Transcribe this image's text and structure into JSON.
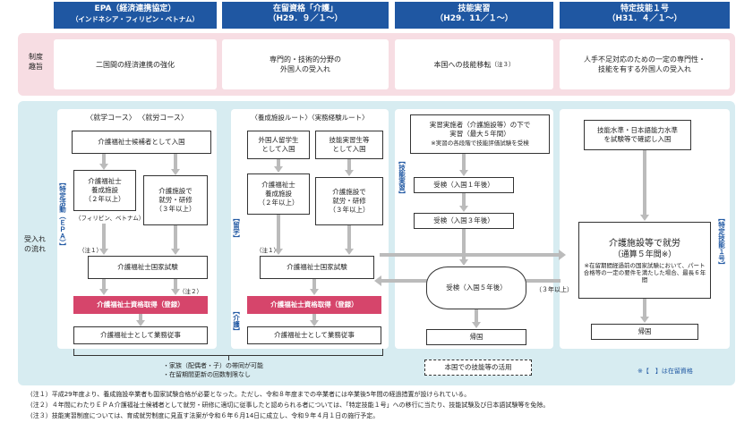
{
  "headers": [
    {
      "line1": "EPA（経済連携協定）",
      "line2": "（インドネシア・フィリピン・ベトナム）"
    },
    {
      "line1": "在留資格「介護」",
      "line2": "（H29．９／１～）"
    },
    {
      "line1": "技能実習",
      "line2": "（H29．11／１～）"
    },
    {
      "line1": "特定技能１号",
      "line2": "（H31．４／１～）"
    }
  ],
  "row_labels": {
    "seido": "制度\n趣旨",
    "ukeire": "受入れ\nの流れ"
  },
  "purpose": [
    "二国間の経済連携の強化",
    "専門的・技術的分野の\n外国人の受入れ",
    "本国への技能移転",
    "人手不足対応のための一定の専門性・\n技能を有する外国人の受入れ"
  ],
  "purpose_note3": "（注３）",
  "epa": {
    "course_label": "〈就学コース〉 〈就労コース〉",
    "candidate": "介護福祉士候補者として入国",
    "school": "介護福祉士\n養成施設\n（２年以上）",
    "school_note": "（フィリピン、ベトナム）",
    "work_train": "介護施設で\n就労・研修\n（３年以上）",
    "note1": "（注１）",
    "exam": "介護福祉士国家試験",
    "note2": "（注２）",
    "certify": "介護福祉士資格取得（登録）",
    "work": "介護福祉士として業務従事",
    "side": "【特定活動（ＥＰＡ）】"
  },
  "kaigo": {
    "route_label": "〈養成施設ルート〉〈実務経験ルート〉",
    "student": "外国人留学生\nとして入国",
    "intern": "技能実習生等\nとして入国",
    "school": "介護福祉士\n養成施設\n（２年以上）",
    "work_train": "介護施設で\n就労・研修\n（３年以上）",
    "note1": "（注１）",
    "exam": "介護福祉士国家試験",
    "certify": "介護福祉士資格取得（登録）",
    "work": "介護福祉士として業務従事",
    "side_ryugaku": "【留学】",
    "side_kaigo": "【介護】"
  },
  "family_note1": "・家族（配偶者・子）の帯同が可能",
  "family_note2": "・在留期間更新の回数制限なし",
  "gino": {
    "main": "実習実施者（介護施設等）の下で\n実習（最大５年間）",
    "sub": "※実習の各段階で技能評価試験を受検",
    "side": "【技能実習】",
    "exam1": "受検（入国１年後）",
    "exam3": "受検（入国３年後）",
    "exam5": "受検（入国５年後）",
    "three_years": "（３年以上）",
    "return": "帰国",
    "home_use": "本国での技能等の活用"
  },
  "tokutei": {
    "test": "技能水準・日本語能力水準\nを試験等で確認し入国",
    "work_title": "介護施設等で就労",
    "work_sub": "（通算５年間※）",
    "work_note": "※在留期間経過前の国家試験において、パート合格等の一定の要件を満たした場合、最長６年間",
    "side": "【特定技能１号】",
    "return": "帰国"
  },
  "legend": "※【　】は在留資格",
  "footnotes": [
    "(注１）平成29年度より、養成施設卒業者も国家試験合格が必要となった。ただし、令和８年度までの卒業者には卒業後5年間の経過措置が設けられている。",
    "(注２）４年間にわたりＥＰＡ介護福祉士候補者として就労・研修に適切に従事したと認められる者については、「特定技能１号」への移行に当たり、技能試験及び日本語試験等を免除。",
    "(注３）技能実習制度については、育成就労制度に見直す法案が令和６年６月14日に成立し、令和９年４月１日の施行予定。"
  ]
}
